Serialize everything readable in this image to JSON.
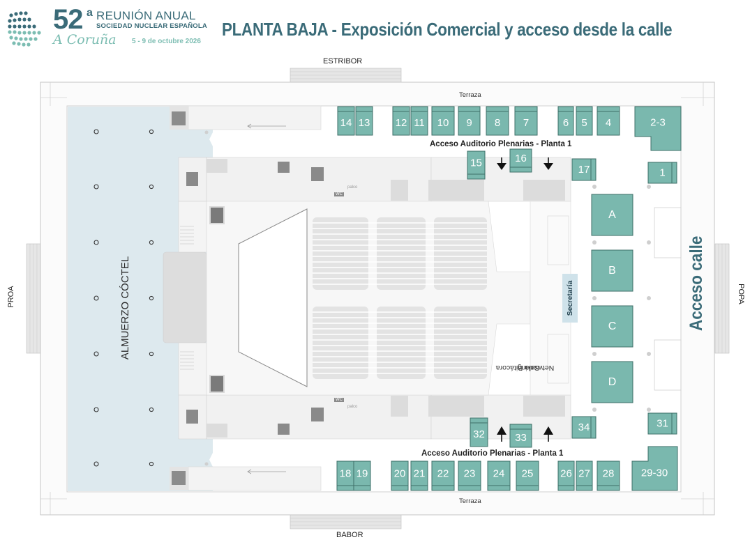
{
  "header": {
    "logo_number": "52",
    "logo_superscript": "a",
    "logo_line1": "REUNIÓN ANUAL",
    "logo_line2": "SOCIEDAD NUCLEAR ESPAÑOLA",
    "logo_city": "A Coruña",
    "logo_dates": "5 - 9 de octubre 2026",
    "title": "PLANTA BAJA - Exposición Comercial y acceso desde la calle"
  },
  "colors": {
    "booth": "#7ab8ae",
    "brand": "#3a6b78",
    "dining": "#dde9ee",
    "secretaria": "#cfe2ea"
  },
  "map": {
    "sides": {
      "top": "ESTRIBOR",
      "bottom": "BABOR",
      "left": "PROA",
      "right": "POPA"
    },
    "terrace_top": "Terraza",
    "terrace_bottom": "Terraza",
    "access_top": "Acceso Auditorio Plenarias - Planta 1",
    "access_bottom": "Acceso Auditorio Plenarias - Planta 1",
    "dining_area": "ALMUERZO CÓCTEL",
    "secretaria": "Secretaría",
    "networking_line1": "Sala Bitácora",
    "networking_line2": "Networking",
    "street_access": "Acceso calle",
    "wc_label": "WC",
    "palco_label": "palco",
    "booths_top": [
      "14",
      "13",
      "12",
      "11",
      "10",
      "9",
      "8",
      "7",
      "6",
      "5",
      "4",
      "2-3"
    ],
    "booths_top_inner": [
      "15",
      "16",
      "17",
      "1"
    ],
    "booths_center": [
      "A",
      "B",
      "C",
      "D"
    ],
    "booths_bottom_inner": [
      "32",
      "33",
      "34",
      "31"
    ],
    "booths_bottom": [
      "18",
      "19",
      "20",
      "21",
      "22",
      "23",
      "24",
      "25",
      "26",
      "27",
      "28",
      "29-30"
    ]
  }
}
